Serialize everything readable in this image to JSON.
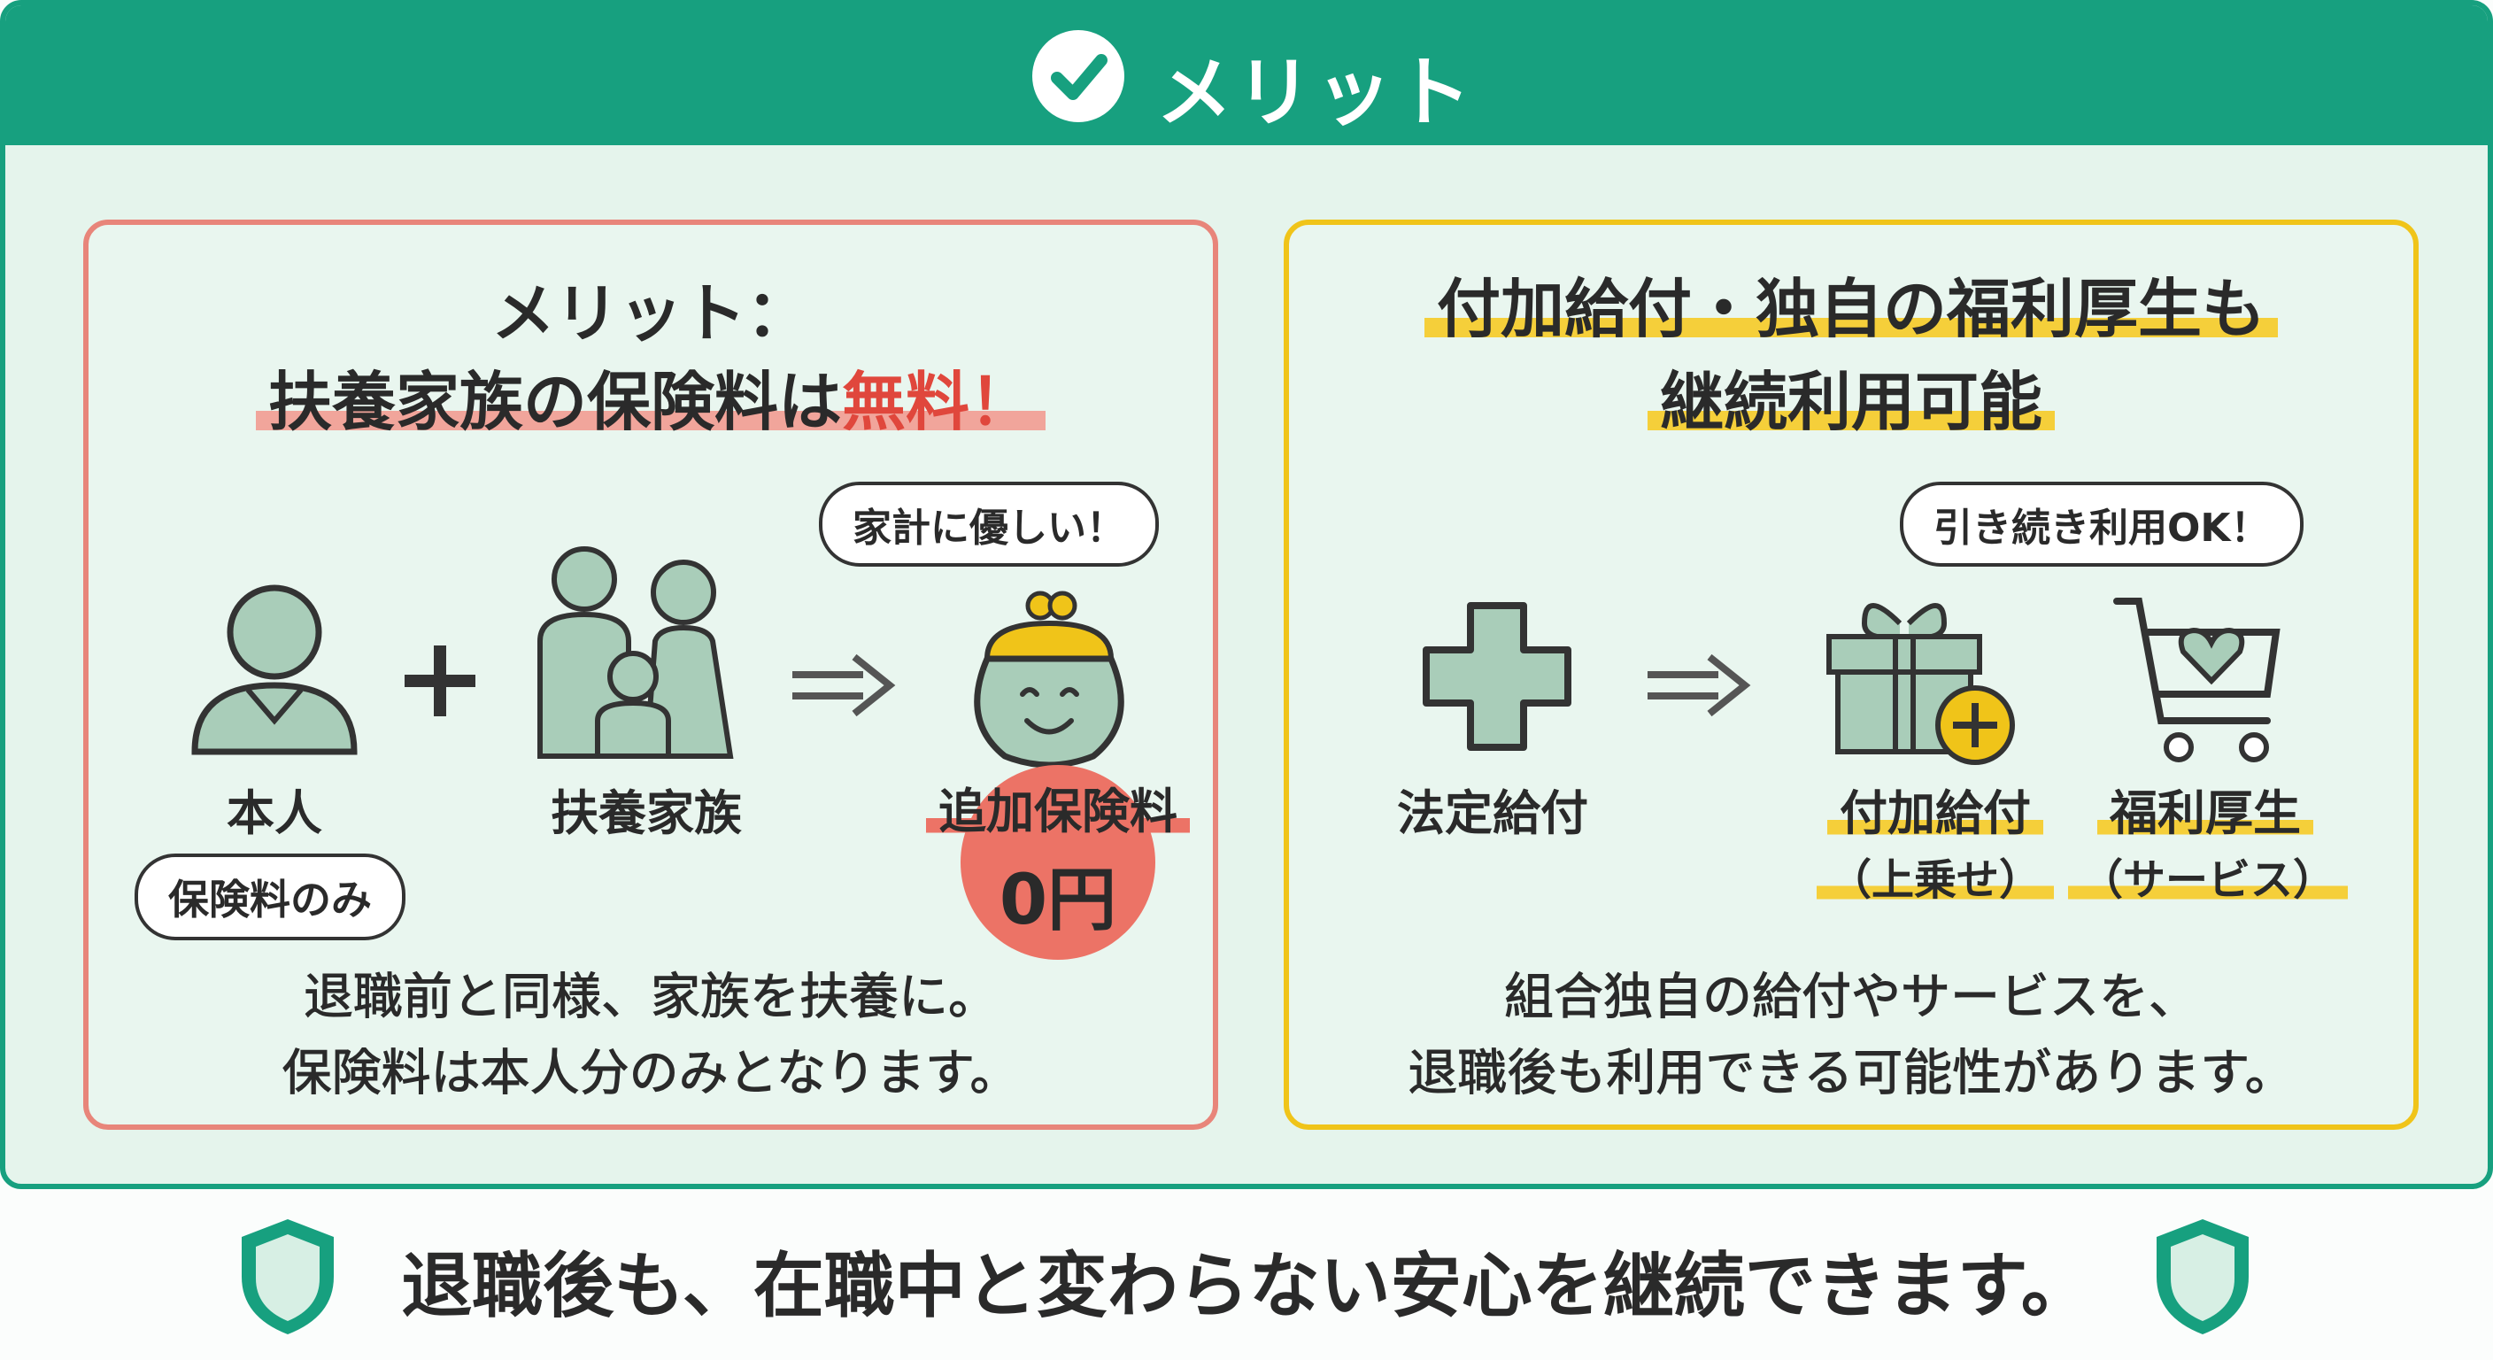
{
  "header": {
    "title": "メリット",
    "icon": "check-circle-icon"
  },
  "left_card": {
    "title_line1": "メリット：",
    "title_line2_main": "扶養家族の保険料は",
    "title_line2_emph": "無料！",
    "person_label": "本人",
    "person_note": "保険料のみ",
    "family_label": "扶養家族",
    "bubble": "家計に優しい！",
    "result_label": "追加保険料",
    "result_value": "0円",
    "desc_line1": "退職前と同様、家族を扶養に。",
    "desc_line2": "保険料は本人分のみとなります。"
  },
  "right_card": {
    "title_line1": "付加給付・独自の福利厚生も",
    "title_line2": "継続利用可能",
    "statutory_label": "法定給付",
    "bubble": "引き続き利用OK！",
    "extra_label": "付加給付",
    "extra_sub": "（上乗せ）",
    "welfare_label": "福利厚生",
    "welfare_sub": "（サービス）",
    "desc_line1": "組合独自の給付やサービスを、",
    "desc_line2": "退職後も利用できる可能性があります。"
  },
  "footer": {
    "text": "退職後も、在職中と変わらない安心を継続できます。"
  },
  "colors": {
    "green": "#17a07f",
    "red": "#e8857a",
    "yellow": "#f0c419",
    "icon_fill": "#a9cdb9"
  }
}
